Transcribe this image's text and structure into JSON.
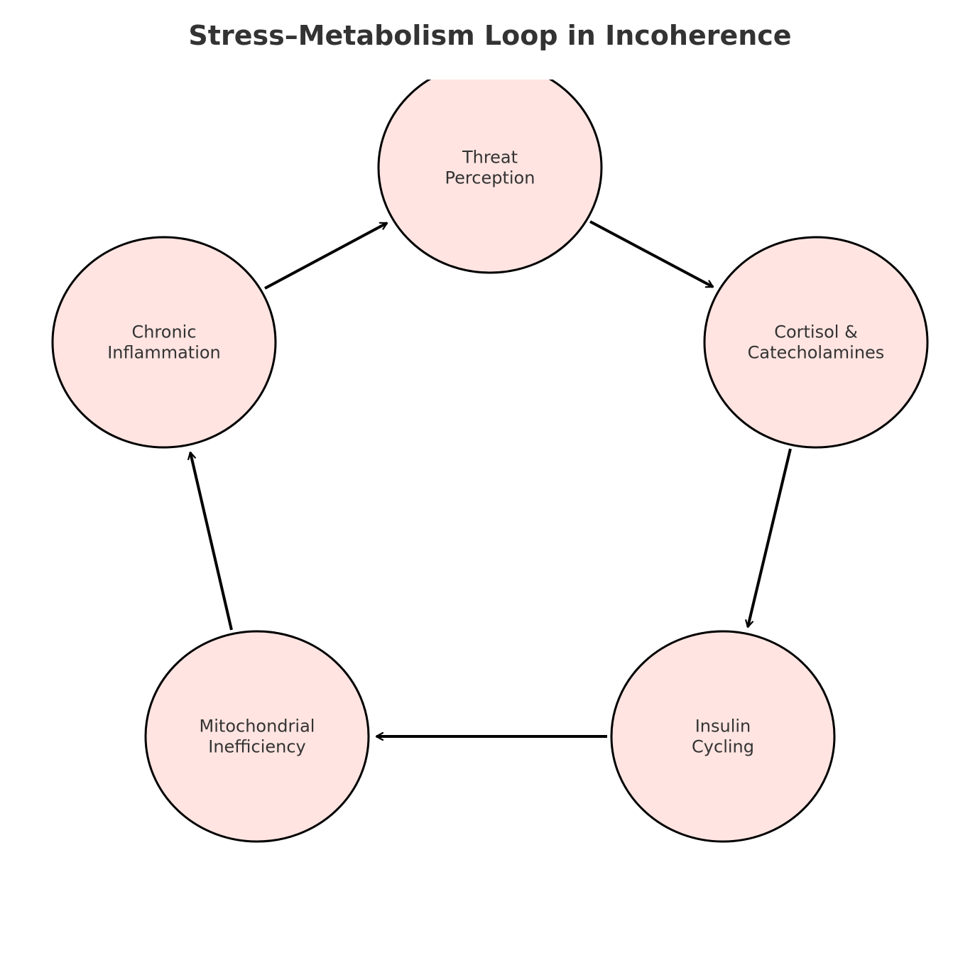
{
  "title": "Stress–Metabolism Loop in Incoherence",
  "colors": {
    "node_fill": "#ffe4e1",
    "node_stroke": "#000000",
    "arrow": "#000000",
    "text": "#333333"
  },
  "nodes": [
    {
      "id": "threat",
      "lines": [
        "Threat",
        "Perception"
      ]
    },
    {
      "id": "cortisol",
      "lines": [
        "Cortisol &",
        "Catecholamines"
      ]
    },
    {
      "id": "insulin",
      "lines": [
        "Insulin",
        "Cycling"
      ]
    },
    {
      "id": "mito",
      "lines": [
        "Mitochondrial",
        "Inefficiency"
      ]
    },
    {
      "id": "inflammation",
      "lines": [
        "Chronic",
        "Inflammation"
      ]
    }
  ],
  "edges": [
    {
      "from": "threat",
      "to": "cortisol"
    },
    {
      "from": "cortisol",
      "to": "insulin"
    },
    {
      "from": "insulin",
      "to": "mito"
    },
    {
      "from": "mito",
      "to": "inflammation"
    },
    {
      "from": "inflammation",
      "to": "threat"
    }
  ]
}
